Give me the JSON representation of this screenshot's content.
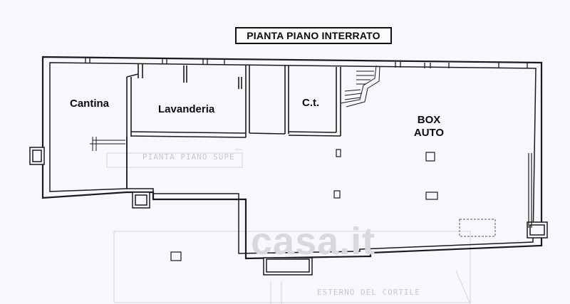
{
  "title": "PIANTA PIANO INTERRATO",
  "rooms": {
    "cantina": "Cantina",
    "lavanderia": "Lavanderia",
    "ct": "C.t.",
    "box_line1": "BOX",
    "box_line2": "AUTO"
  },
  "watermark": "casa.it",
  "ghost_text": {
    "upper_floor": "PIANTA PIANO SUPE",
    "bottom_note": "ESTERNO DEL CORTILE"
  },
  "colors": {
    "wall": "#1a1a1a",
    "wall_fill": "#f7f8fb",
    "ghost": "#c8cad0"
  }
}
